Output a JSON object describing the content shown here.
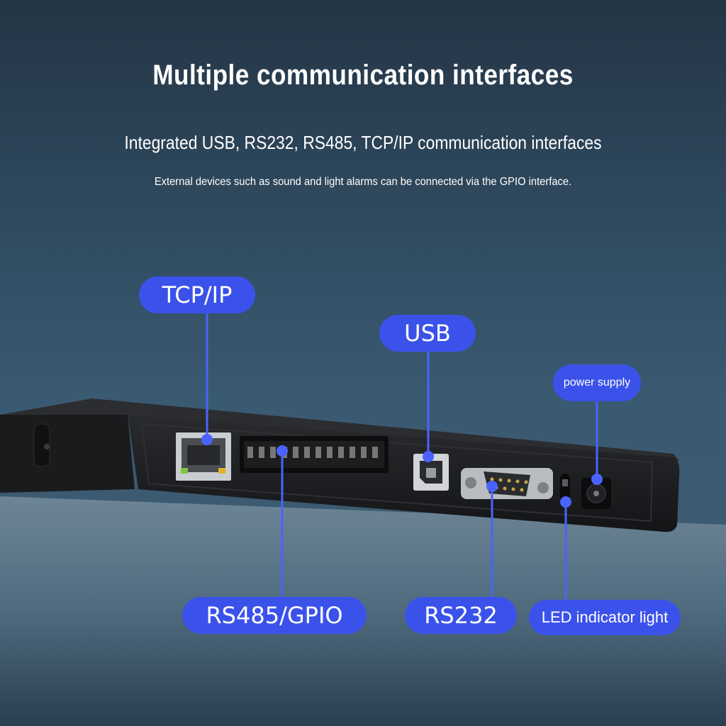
{
  "heading": {
    "title": "Multiple communication interfaces",
    "subtitle": "Integrated USB, RS232, RS485, TCP/IP communication interfaces",
    "note": "External devices such as sound and light alarms can be connected via the GPIO interface."
  },
  "labels": {
    "tcpip": "TCP/IP",
    "usb": "USB",
    "power": "power supply",
    "rs485": "RS485/GPIO",
    "rs232": "RS232",
    "led": "LED indicator light"
  },
  "colors": {
    "accent": "#3b52ea",
    "device": "#1e1f21"
  }
}
